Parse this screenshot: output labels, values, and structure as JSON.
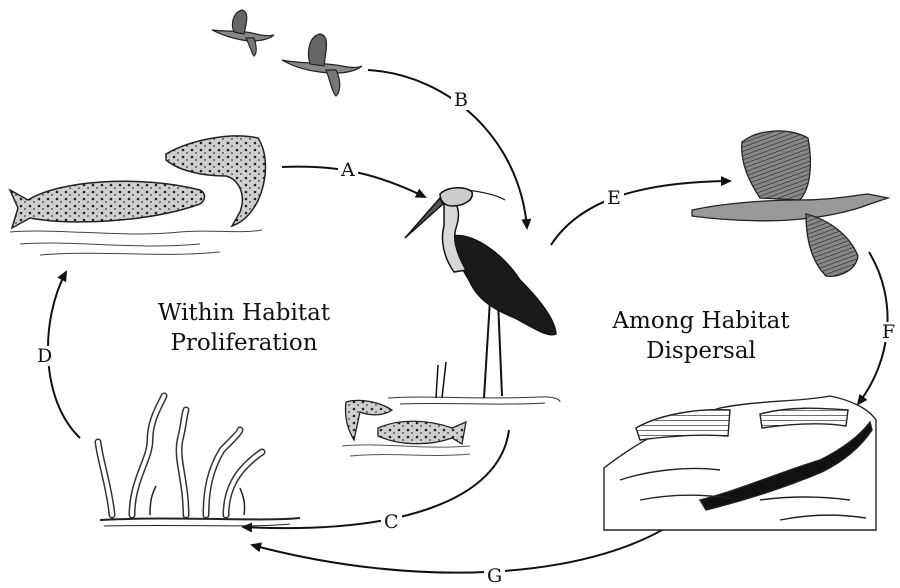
{
  "diagram": {
    "cycle_title_left": {
      "line1": "Within Habitat",
      "line2": "Proliferation"
    },
    "cycle_title_right": {
      "line1": "Among Habitat",
      "line2": "Dispersal"
    },
    "arrows": {
      "a": "A",
      "b": "B",
      "c": "C",
      "d": "D",
      "e": "E",
      "f": "F",
      "g": "G"
    },
    "nodes": [
      "flying-ducks",
      "trout-pair",
      "heron-standing",
      "heron-flying",
      "small-fish",
      "tubifex-worms",
      "mountain-stream"
    ]
  }
}
